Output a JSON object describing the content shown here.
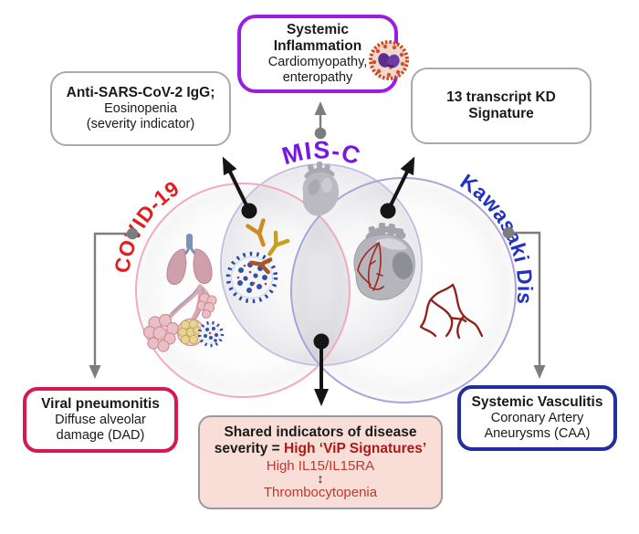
{
  "venn": {
    "covid_label": "COVID-19",
    "misc_label": "MIS-C",
    "kawasaki_label": "Kawasaki Dis"
  },
  "colors": {
    "covid_red": "#E31D1D",
    "misc_purple": "#7519E0",
    "kawasaki_blue": "#2233C4",
    "covid_circle": "#F2AABF",
    "misc_circle": "#C6BFE0",
    "kawasaki_circle": "#ACA4D8",
    "inflammation_border": "#9A1DE4",
    "pneumonitis_border": "#D6194F",
    "vasculitis_border": "#232F9E",
    "shared_box_bg": "#F8DED7",
    "shared_red": "#C0392E",
    "vip_red": "#B01818",
    "connector_gray": "#7D7D7D",
    "connector_black": "#151515"
  },
  "boxes": {
    "top_left": {
      "title": "Anti-SARS-CoV-2 IgG;",
      "line2": "Eosinopenia",
      "line3": "(severity indicator)"
    },
    "top_center": {
      "title": "Systemic Inflammation",
      "body": "Cardiomyopathy, enteropathy"
    },
    "top_right": {
      "title": "13 transcript KD Signature"
    },
    "bottom_left": {
      "title": "Viral pneumonitis",
      "body": "Diffuse alveolar damage (DAD)"
    },
    "bottom_right": {
      "title": "Systemic Vasculitis",
      "body": "Coronary Artery Aneurysms (CAA)"
    },
    "bottom_center": {
      "title_black": "Shared indicators of disease severity = ",
      "title_red": "High ‘ViP Signatures’",
      "line2": "High IL15/IL15RA",
      "updown_arrow": "↕",
      "line3": "Thrombocytopenia"
    }
  },
  "icons": {
    "lungs": "lungs-icon",
    "alveoli": "alveoli-icon",
    "virus_large": "coronavirus-icon",
    "virus_small": "coronavirus-small-icon",
    "antibodies": "antibodies-icon",
    "heart_misc": "heart-icon",
    "heart_coronary": "heart-coronary-icon",
    "coronary_tree": "coronary-arteries-icon",
    "immune_cell": "immune-cell-icon"
  }
}
